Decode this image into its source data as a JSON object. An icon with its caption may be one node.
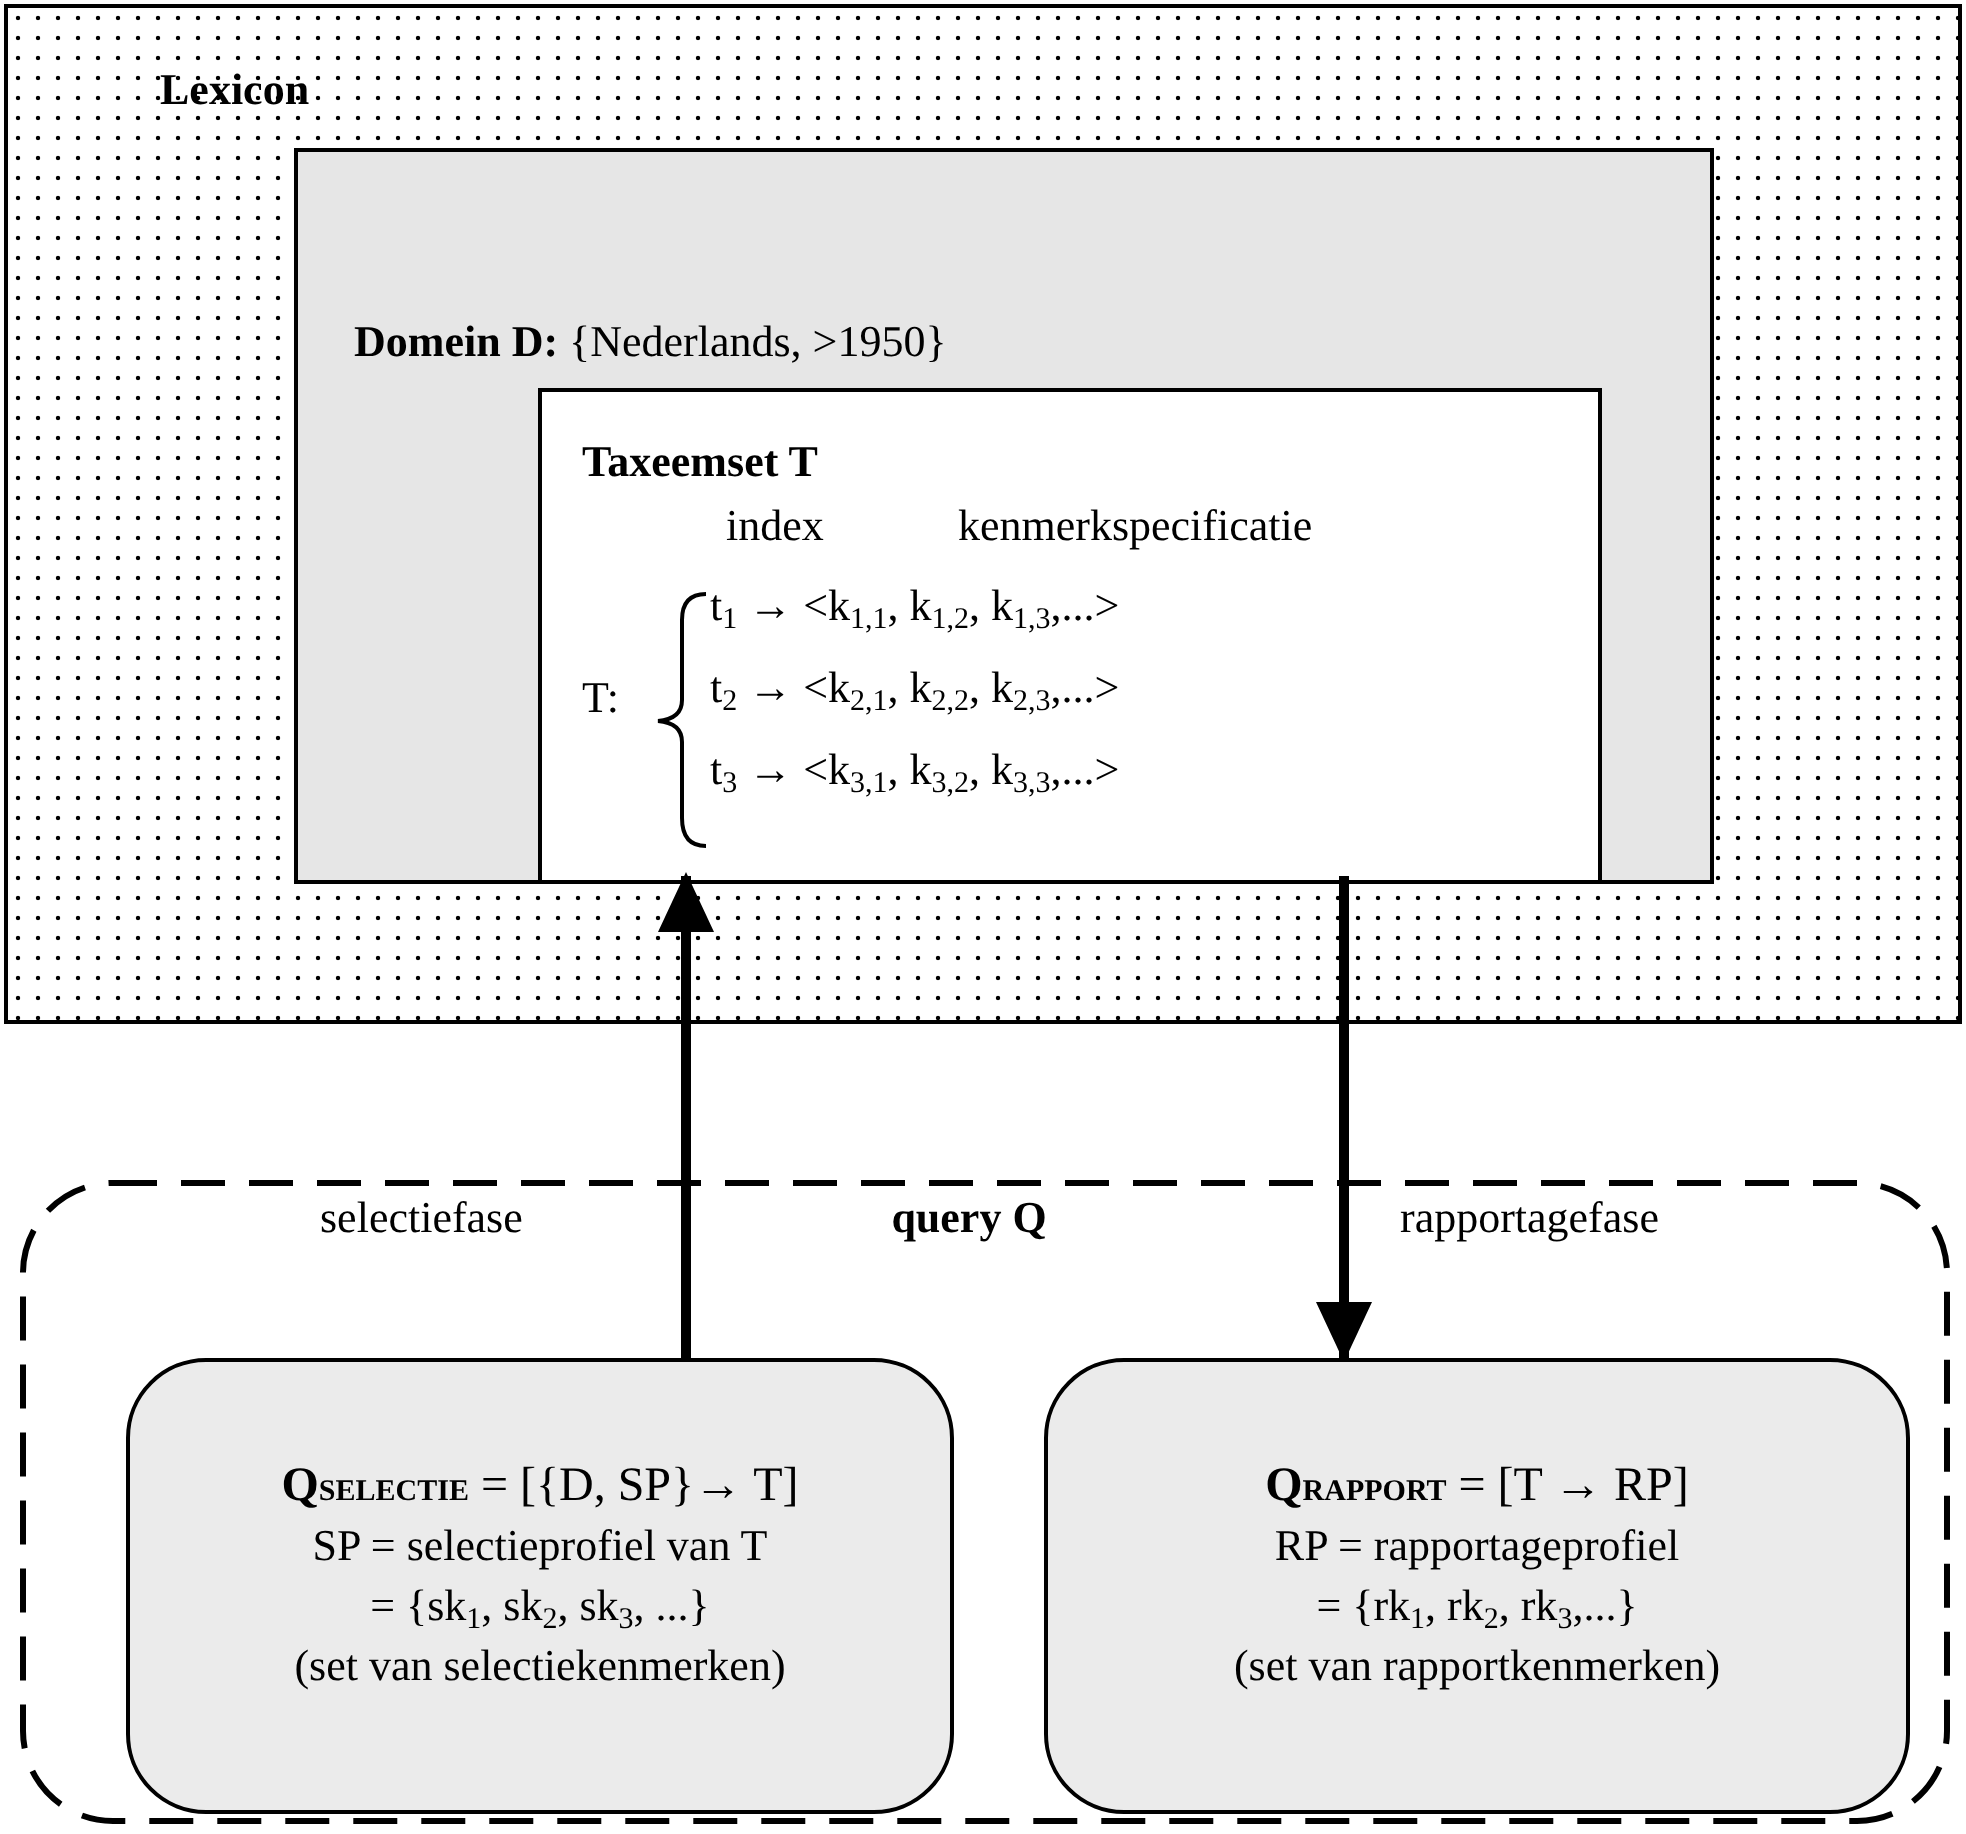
{
  "diagram": {
    "nodes": [
      {
        "text": [
          "Lexicon"
        ]
      },
      {
        "text": [
          "**Domein D:** {Nederlands, >1950}"
        ],
        "in": 0
      },
      {
        "text": [
          "Taxeemset T",
          "index",
          "kenmerkspecificatie",
          "T:",
          "t$_{1}$ → <k$_{1,1}$, k$_{1,2}$, k$_{1,3}$,...>",
          "t$_{2}$ → <k$_{2,1}$, k$_{2,2}$, k$_{2,3}$,...>",
          "t$_{3}$ → <k$_{3,1}$, k$_{3,2}$, k$_{3,3}$,...>"
        ],
        "in": 1
      },
      {
        "text": [
          "query Q"
        ]
      },
      {
        "text": [
          "**Q**$_{SELECTIE}$ = [{D, SP}→ T]",
          "SP = selectieprofiel van T",
          "= {sk$_{1}$, sk$_{2}$, sk$_{3}$, ...}",
          "(set van selectiekenmerken)"
        ],
        "in": 3
      },
      {
        "text": [
          "**Q**$_{RAPPORT}$ = [T → RP]",
          "RP = rapportageprofiel",
          "= {rk$_{1}$, rk$_{2}$, rk$_{3}$,...}",
          "(set van rapportkenmerken)"
        ],
        "in": 3
      }
    ],
    "edges": [
      {
        "from": 4,
        "to": 2,
        "arrow": "to",
        "label": "selectiefase"
      },
      {
        "from": 2,
        "to": 5,
        "arrow": "to",
        "label": "rapportagefase"
      }
    ]
  }
}
